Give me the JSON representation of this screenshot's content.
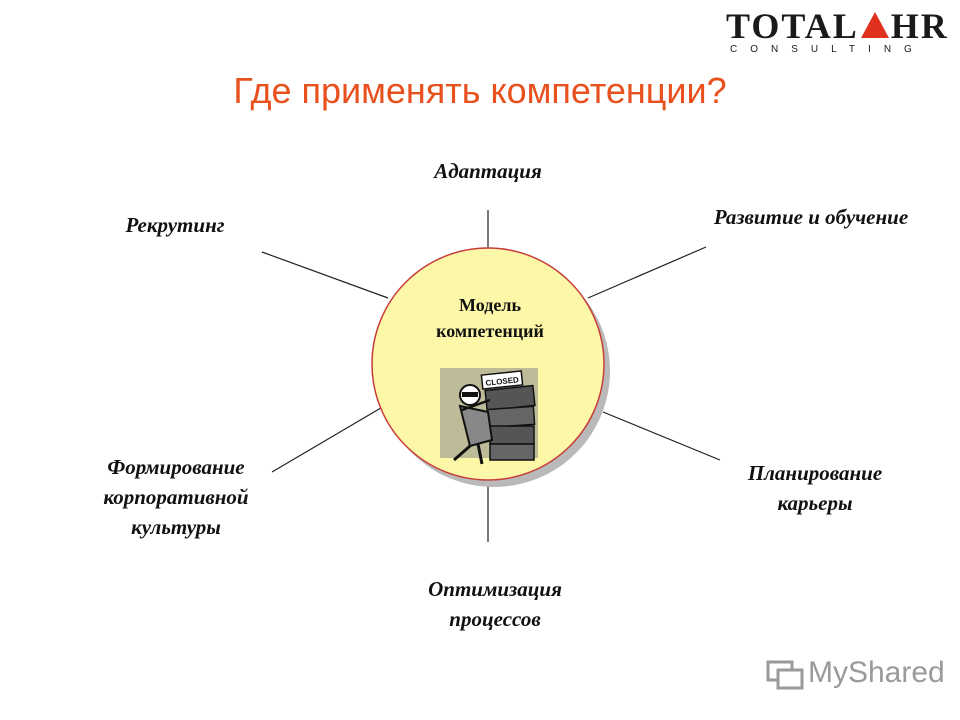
{
  "logo": {
    "word_left": "TOTAL",
    "word_right": "HR",
    "subtitle": "CONSULTING"
  },
  "title": "Где применять компетенции?",
  "center": {
    "line1": "Модель",
    "line2": "компетенций",
    "sign_text": "CLOSED"
  },
  "branches": {
    "top": "Адаптация",
    "top_right": "Развитие и обучение",
    "bottom_right": [
      "Планирование",
      "карьеры"
    ],
    "bottom": [
      "Оптимизация",
      "процессов"
    ],
    "bottom_left": [
      "Формирование",
      "корпоративной",
      "культуры"
    ],
    "top_left": "Рекрутинг"
  },
  "footer": {
    "brand": "MyShared"
  },
  "colors": {
    "title": "#e8501e",
    "circle_fill": "#fdf7a8",
    "circle_stroke": "#c83c3c",
    "logo_triangle": "#e0301e"
  }
}
